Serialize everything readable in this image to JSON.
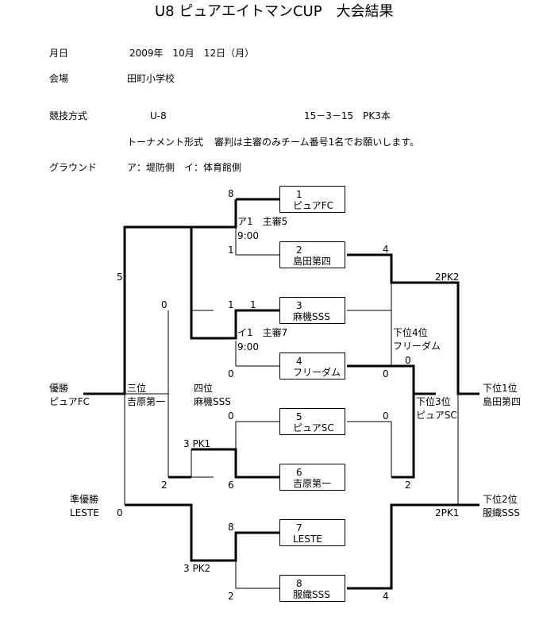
{
  "title": "U8 ピュアエイトマンCUP　大会結果",
  "info": {
    "date_label": "月日",
    "date_value": "2009年　10月　12日（月）",
    "venue_label": "会場",
    "venue_value": "田町小学校",
    "format_label": "競技方式",
    "format_age": "U-8",
    "format_time": "15－3－15　PK3本",
    "format_type": "トーナメント形式",
    "format_note": "審判は主審のみチーム番号1名でお願いします。",
    "ground_label": "グラウンド",
    "ground_a": "ア：堤防側",
    "ground_b": "イ：体育館側"
  },
  "teams": [
    {
      "num": "1",
      "name": "ピュアFC"
    },
    {
      "num": "2",
      "name": "島田第四"
    },
    {
      "num": "3",
      "name": "麻機SSS"
    },
    {
      "num": "4",
      "name": "フリーダム"
    },
    {
      "num": "5",
      "name": "ピュアSC"
    },
    {
      "num": "6",
      "name": "吉原第一"
    },
    {
      "num": "7",
      "name": "LESTE"
    },
    {
      "num": "8",
      "name": "服織SSS"
    }
  ],
  "scores": {
    "m1_t1": "8",
    "m1_t2": "1",
    "m2_t3": "1",
    "m2_t3b": "1",
    "m2_t4": "0",
    "m3_t5": "0",
    "m3_t6": "6",
    "m4_t7": "8",
    "m4_t8": "2",
    "sf1_top": "5",
    "sf1_m2": "0",
    "sf2_top": "3 PK1",
    "sf2_bottom": "2",
    "sf2_pk2": "3 PK2",
    "final_bottom": "0",
    "r_t2": "4",
    "r_t4": "0",
    "r_t4b": "0",
    "r_t5": "0",
    "r_t8": "4",
    "r_q1": "2PK2",
    "r_q2": "2PK1",
    "r_sf2": "2"
  },
  "match_notes": {
    "a1_field": "ア1　主審5",
    "a1_time": "9:00",
    "i1_field": "イ1　主審7",
    "i1_time": "9:00"
  },
  "results": {
    "champion_label": "優勝",
    "champion_team": "ピュアFC",
    "third_label": "三位",
    "third_team": "吉原第一",
    "fourth_label": "四位",
    "fourth_team": "麻機SSS",
    "runner_label": "準優勝",
    "runner_team": "LESTE",
    "lower4_label": "下位4位",
    "lower4_team": "フリーダム",
    "lower3_label": "下位3位",
    "lower3_team": "ピュアSC",
    "lower1_label": "下位1位",
    "lower1_team": "島田第四",
    "lower2_label": "下位2位",
    "lower2_team": "服織SSS"
  }
}
